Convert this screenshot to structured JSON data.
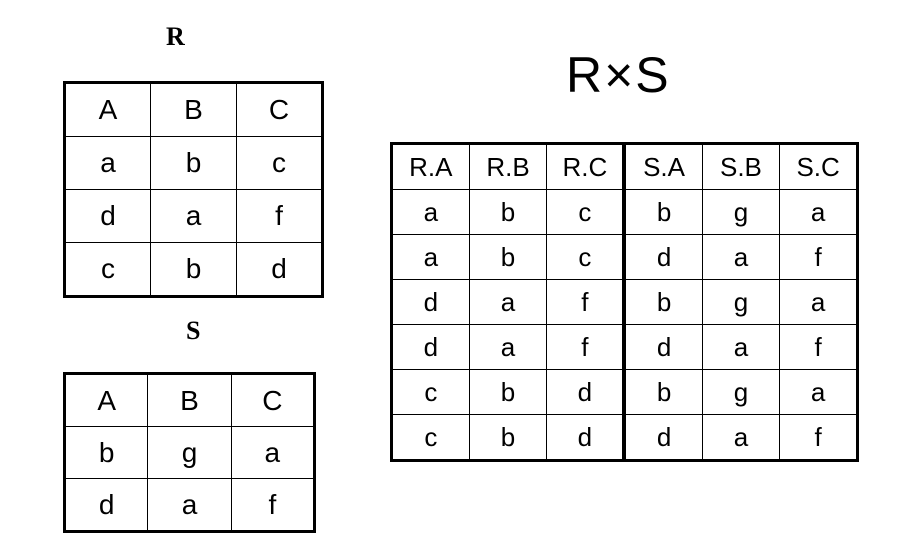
{
  "labels": {
    "r": "R",
    "s": "S",
    "product": "R×S"
  },
  "table_r": {
    "headers": [
      "A",
      "B",
      "C"
    ],
    "rows": [
      [
        "a",
        "b",
        "c"
      ],
      [
        "d",
        "a",
        "f"
      ],
      [
        "c",
        "b",
        "d"
      ]
    ]
  },
  "table_s": {
    "headers": [
      "A",
      "B",
      "C"
    ],
    "rows": [
      [
        "b",
        "g",
        "a"
      ],
      [
        "d",
        "a",
        "f"
      ]
    ]
  },
  "table_rs": {
    "headers": [
      "R.A",
      "R.B",
      "R.C",
      "S.A",
      "S.B",
      "S.C"
    ],
    "rows": [
      [
        "a",
        "b",
        "c",
        "b",
        "g",
        "a"
      ],
      [
        "a",
        "b",
        "c",
        "d",
        "a",
        "f"
      ],
      [
        "d",
        "a",
        "f",
        "b",
        "g",
        "a"
      ],
      [
        "d",
        "a",
        "f",
        "d",
        "a",
        "f"
      ],
      [
        "c",
        "b",
        "d",
        "b",
        "g",
        "a"
      ],
      [
        "c",
        "b",
        "d",
        "d",
        "a",
        "f"
      ]
    ]
  }
}
